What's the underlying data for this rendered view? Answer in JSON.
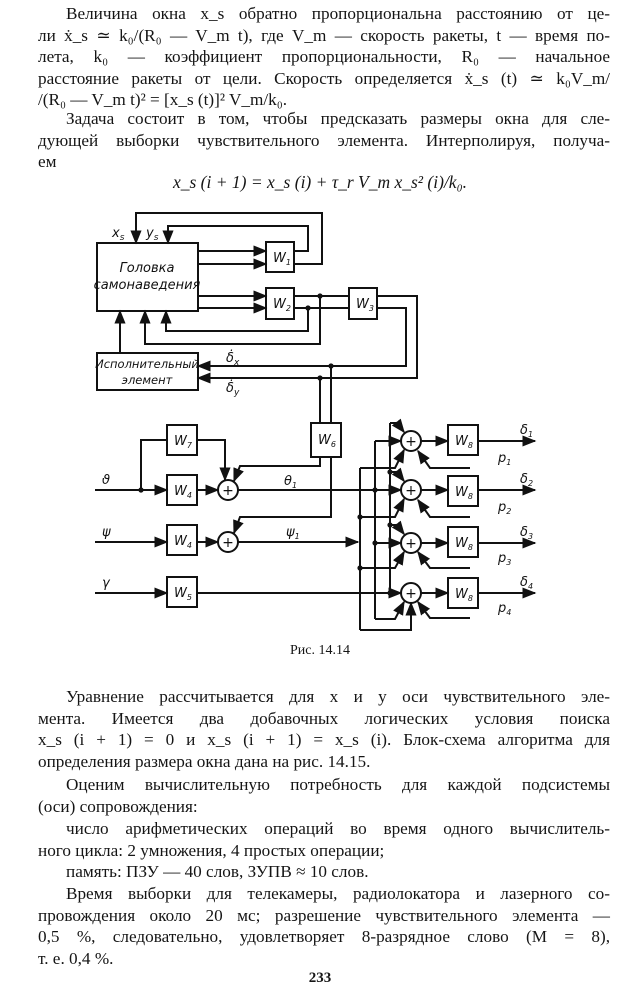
{
  "page": {
    "paragraph1": [
      "Величина окна x_s обратно пропорциональна расстоянию от це-",
      "ли ẋ_s ≃ k₀/(R₀ — V_m t), где V_m — скорость ракеты, t — время по-",
      "лета, k₀ — коэффициент пропорциональности, R₀ — начальное",
      "расстояние ракеты от цели. Скорость определяется ẋ_s (t) ≃ k₀V_m/",
      "/(R₀ — V_m t)² = [x_s (t)]² V_m/k₀."
    ],
    "paragraph2": [
      "Задача состоит в том, чтобы предсказать размеры окна для сле-",
      "дующей выборки чувствительного элемента. Интерполируя, получа-",
      "ем"
    ],
    "equation": "x_s (i + 1) = x_s (i) + τ_r V_m x_s² (i)/k₀.",
    "figure": {
      "caption": "Рис. 14.14",
      "labels": {
        "xs": "x",
        "xs_sub": "s",
        "ys": "y",
        "ys_sub": "s",
        "homing_head_1": "Головка",
        "homing_head_2": "самонаведения",
        "actuator_1": "Исполнительный",
        "actuator_2": "элемент",
        "delta_x": "δ̇",
        "delta_x_sub": "x",
        "delta_y": "δ̇",
        "delta_y_sub": "y",
        "W1": "W",
        "W1_sub": "1",
        "W2": "W",
        "W2_sub": "2",
        "W3": "W",
        "W3_sub": "3",
        "W4a": "W",
        "W4a_sub": "4",
        "W4b": "W",
        "W4b_sub": "4",
        "W5": "W",
        "W5_sub": "5",
        "W6": "W",
        "W6_sub": "6",
        "W7": "W",
        "W7_sub": "7",
        "W8": "W",
        "W8_sub": "8",
        "input_theta": "ϑ",
        "input_psi": "ψ",
        "input_gamma": "γ",
        "theta1": "θ",
        "theta1_sub": "1",
        "psi1": "ψ",
        "psi1_sub": "1",
        "sum": "+",
        "outputs": [
          {
            "delta": "δ",
            "delta_sub": "1",
            "p": "p",
            "p_sub": "1"
          },
          {
            "delta": "δ",
            "delta_sub": "2",
            "p": "p",
            "p_sub": "2"
          },
          {
            "delta": "δ",
            "delta_sub": "3",
            "p": "p",
            "p_sub": "3"
          },
          {
            "delta": "δ",
            "delta_sub": "4",
            "p": "p",
            "p_sub": "4"
          }
        ]
      }
    },
    "paragraph3": [
      "Уравнение рассчитывается для x и y оси чувствительного эле-",
      "мента. Имеется два добавочных логических условия поиска",
      "x_s (i + 1) = 0 и x_s (i + 1) = x_s (i). Блок-схема алгоритма для",
      "определения размера окна дана на рис. 14.15."
    ],
    "paragraph4": [
      "Оценим вычислительную потребность для каждой подсистемы",
      "(оси) сопровождения:"
    ],
    "paragraph5": [
      "число арифметических операций во время одного вычислитель-",
      "ного цикла: 2 умножения, 4 простых операции;"
    ],
    "paragraph6": [
      "память: ПЗУ — 40 слов, ЗУПВ ≈ 10 слов."
    ],
    "paragraph7": [
      "Время выборки для телекамеры, радиолокатора и лазерного со-",
      "провождения около 20 мс; разрешение чувствительного элемента —",
      "0,5 %, следовательно, удовлетворяет 8-разрядное слово (M = 8),",
      "т. е. 0,4 %."
    ],
    "page_number": "233"
  }
}
